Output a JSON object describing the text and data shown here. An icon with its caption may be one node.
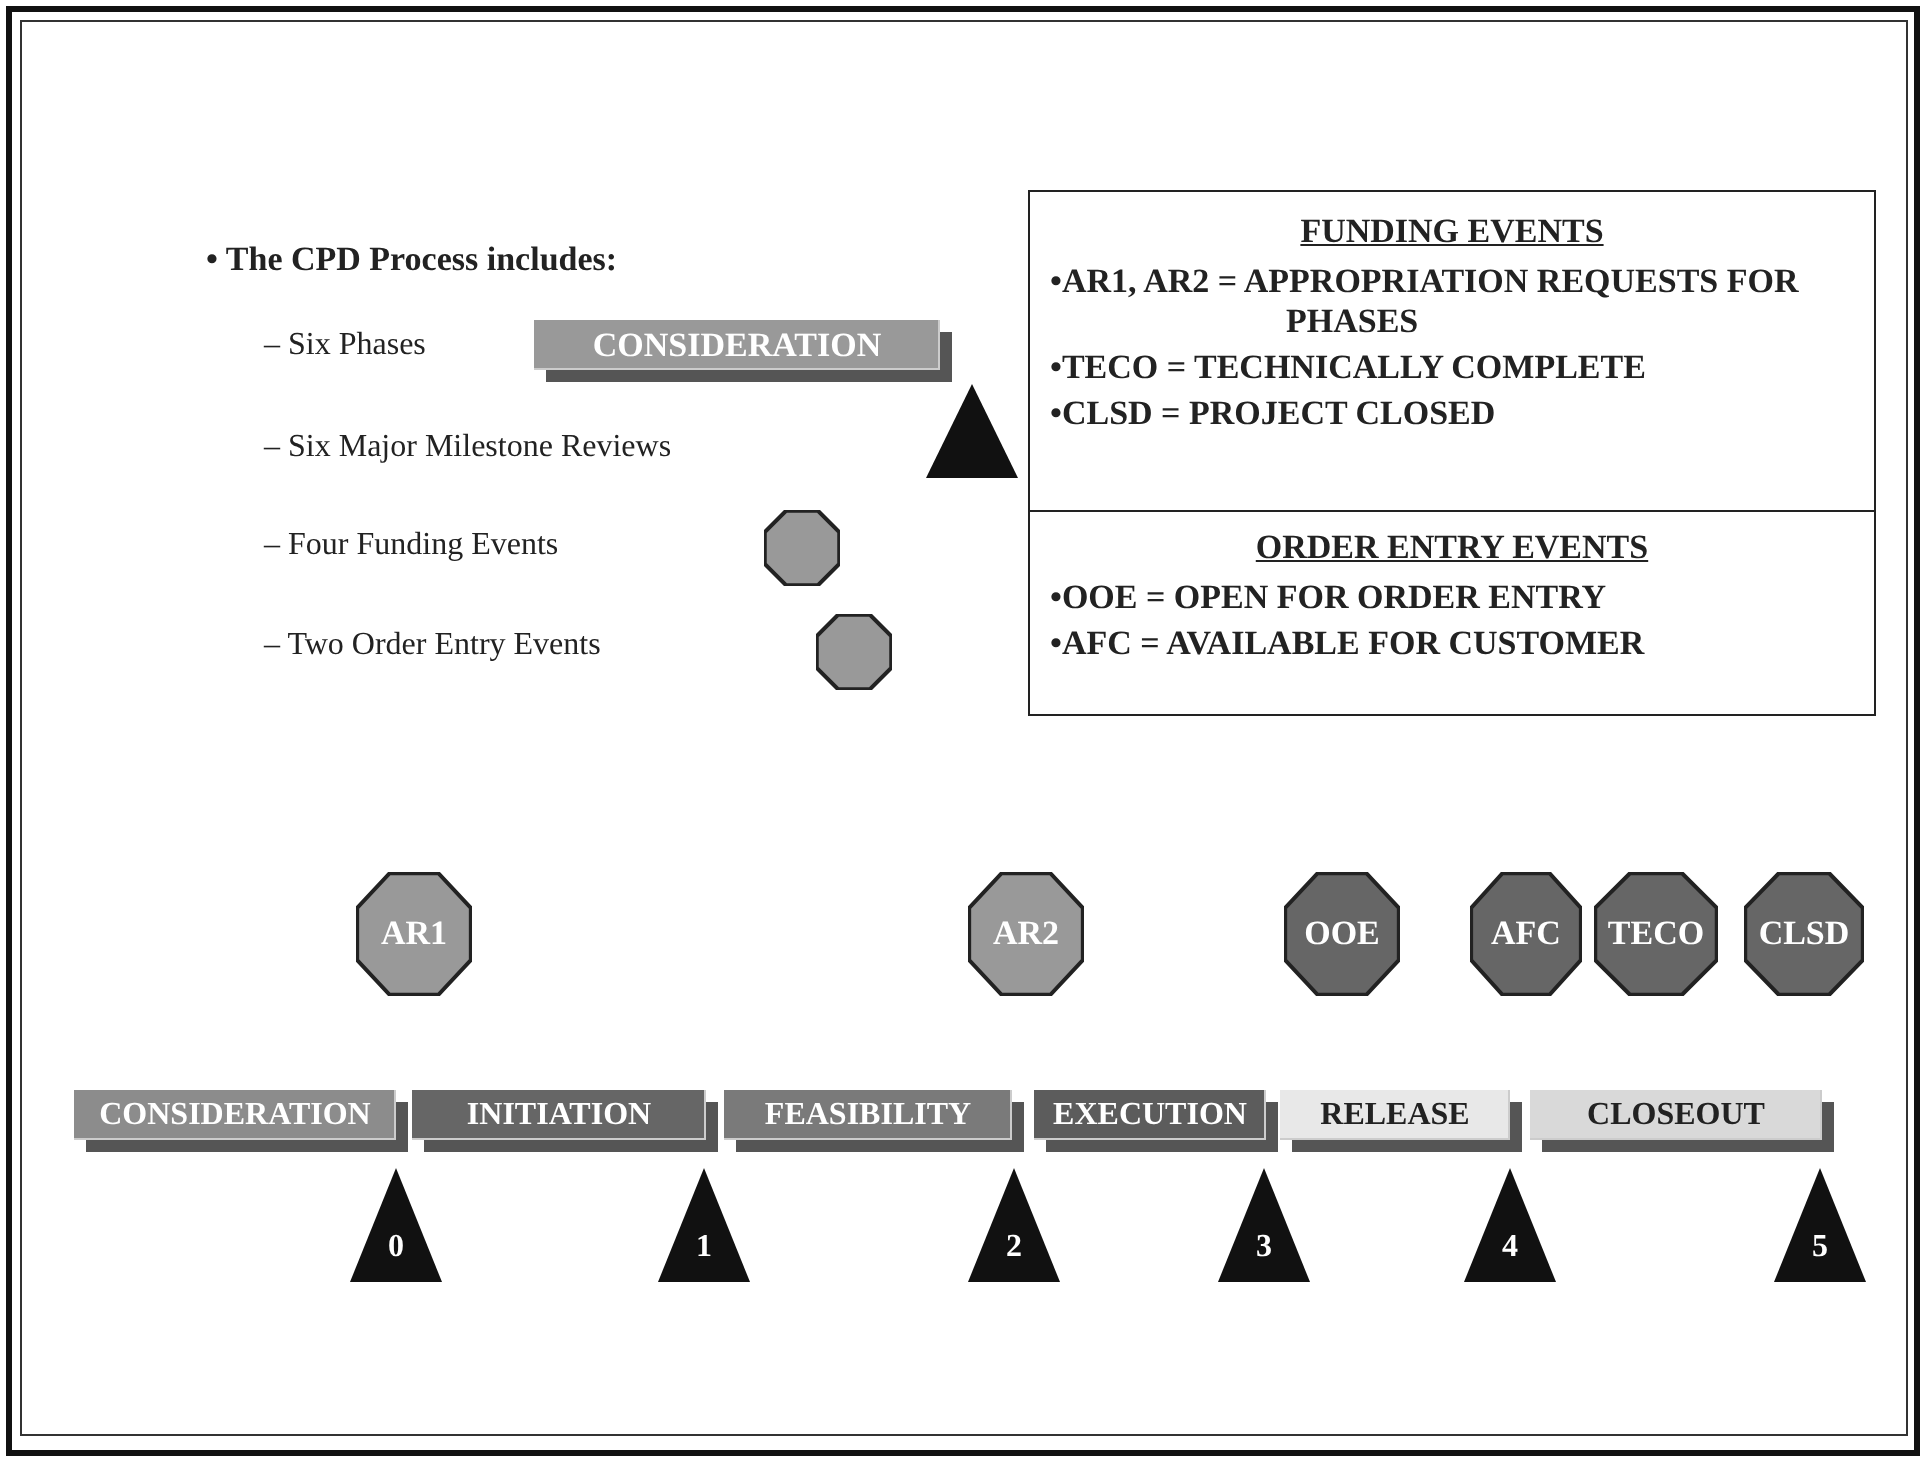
{
  "diagram": {
    "nodes": [
      {
        "text": [
          "CONSIDERATION"
        ]
      },
      {
        "text": [],
        "shape": "triangle"
      },
      {
        "text": [],
        "shape": "octagon"
      },
      {
        "text": [],
        "shape": "octagon"
      },
      {
        "text": [
          "FUNDING EVENTS",
          "•AR1, AR2 = APPROPRIATION REQUESTS FOR PHASES",
          "•TECO = TECHNICALLY COMPLETE",
          "•CLSD = PROJECT CLOSED"
        ]
      },
      {
        "text": [
          "ORDER ENTRY EVENTS",
          "•OOE = OPEN FOR ORDER ENTRY",
          "•AFC = AVAILABLE FOR CUSTOMER"
        ]
      },
      {
        "text": [
          "AR1"
        ]
      },
      {
        "text": [
          "AR2"
        ]
      },
      {
        "text": [
          "OOE"
        ]
      },
      {
        "text": [
          "AFC"
        ]
      },
      {
        "text": [
          "TECO"
        ]
      },
      {
        "text": [
          "CLSD"
        ]
      },
      {
        "text": [
          "CONSIDERATION"
        ]
      },
      {
        "text": [
          "INITIATION"
        ]
      },
      {
        "text": [
          "FEASIBILITY"
        ]
      },
      {
        "text": [
          "EXECUTION"
        ]
      },
      {
        "text": [
          "RELEASE"
        ]
      },
      {
        "text": [
          "CLOSEOUT"
        ]
      },
      {
        "text": [
          "0"
        ]
      },
      {
        "text": [
          "1"
        ]
      },
      {
        "text": [
          "2"
        ]
      },
      {
        "text": [
          "3"
        ]
      },
      {
        "text": [
          "4"
        ]
      },
      {
        "text": [
          "5"
        ]
      }
    ],
    "labels": [
      "• The CPD Process includes:",
      "– Six Phases",
      "– Six Major Milestone Reviews",
      "– Four Funding Events",
      "– Two Order Entry Events"
    ]
  }
}
